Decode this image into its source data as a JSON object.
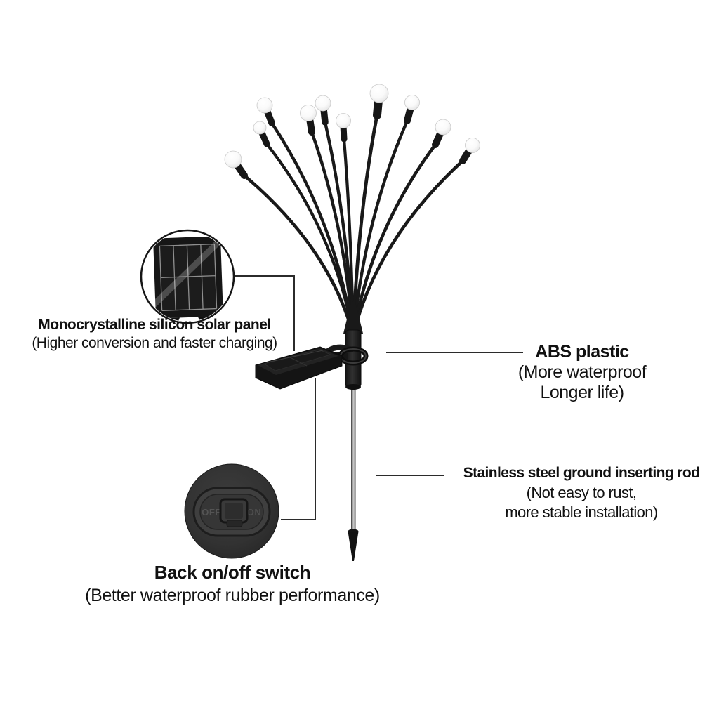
{
  "colors": {
    "background": "#ffffff",
    "text": "#111111",
    "product_body": "#1c1c1c",
    "callout_line": "#2b2b2b",
    "bulb_fill": "#f4f4f4",
    "stake_metal": "#a8a8a8"
  },
  "illustration": {
    "type": "solar-firefly-garden-light",
    "bulb_count": 10
  },
  "annotations": {
    "solar_panel": {
      "title": "Monocrystalline silicon solar panel",
      "subtitle": "(Higher conversion and faster charging)"
    },
    "abs_plastic": {
      "title": "ABS plastic",
      "subtitle_line1": "(More waterproof",
      "subtitle_line2": "Longer life)"
    },
    "ground_rod": {
      "title": "Stainless steel ground inserting rod",
      "subtitle_line1": "(Not easy to rust,",
      "subtitle_line2": "more stable installation)"
    },
    "switch": {
      "title": "Back on/off switch",
      "subtitle": "(Better waterproof rubber performance)"
    }
  },
  "switch_detail": {
    "off_label": "OFF",
    "on_label": "ON"
  }
}
